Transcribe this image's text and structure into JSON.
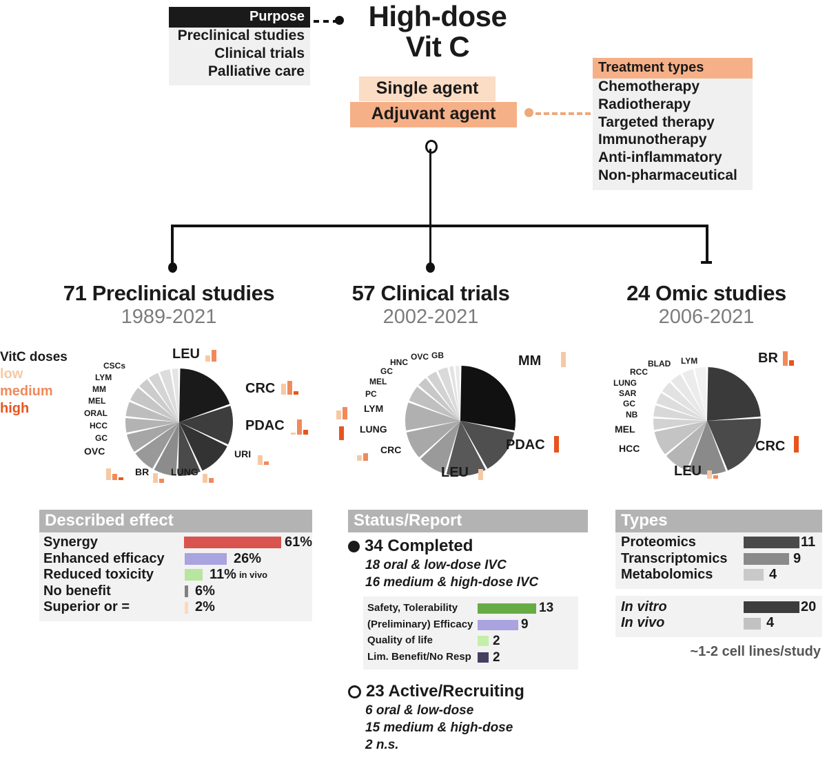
{
  "header": {
    "title_line1": "High-dose",
    "title_line2": "Vit C",
    "purpose": {
      "header": "Purpose",
      "items": [
        "Preclinical studies",
        "Clinical trials",
        "Palliative care"
      ]
    },
    "agents": {
      "single": "Single agent",
      "adjuvant": "Adjuvant agent",
      "single_color": "#fbdcc4",
      "adjuvant_color": "#f6b087"
    },
    "treatment_types": {
      "header": "Treatment types",
      "items": [
        "Chemotherapy",
        "Radiotherapy",
        "Targeted therapy",
        "Immunotherapy",
        "Anti-inflammatory",
        "Non-pharmaceutical"
      ]
    }
  },
  "legend": {
    "title": "VitC doses",
    "low": "low",
    "medium": "medium",
    "high": "high",
    "low_color": "#f6c9a4",
    "medium_color": "#ef8a5b",
    "high_color": "#e8541e"
  },
  "columns": [
    {
      "title": "71 Preclinical studies",
      "years": "1989-2021"
    },
    {
      "title": "57 Clinical trials",
      "years": "2002-2021"
    },
    {
      "title": "24 Omic studies",
      "years": "2006-2021"
    }
  ],
  "chart_data": [
    {
      "type": "pie",
      "title": "71 Preclinical studies",
      "categories": [
        "LEU",
        "CRC",
        "PDAC",
        "URI",
        "LUNG",
        "BR",
        "OVC",
        "GC",
        "HCC",
        "ORAL",
        "MEL",
        "MM",
        "LYM",
        "CSCs"
      ],
      "values": [
        16,
        10,
        9,
        6,
        6,
        6,
        5,
        4,
        4,
        4,
        3,
        3,
        3,
        2
      ],
      "colors": [
        "#1a1a1a",
        "#3d3d3d",
        "#333333",
        "#4a4a4a",
        "#8c8c8c",
        "#999999",
        "#a6a6a6",
        "#b3b3b3",
        "#bdbdbd",
        "#c6c6c6",
        "#cccccc",
        "#d4d4d4",
        "#dcdcdc",
        "#e4e4e4"
      ],
      "dose_bars": {
        "LEU": [
          9,
          17,
          0
        ],
        "CRC": [
          16,
          20,
          5
        ],
        "PDAC": [
          3,
          22,
          7
        ],
        "URI": [
          14,
          5,
          0
        ],
        "LUNG": [
          13,
          7,
          0
        ],
        "BR": [
          14,
          6,
          0
        ],
        "OVC": [
          17,
          9,
          4
        ]
      }
    },
    {
      "type": "pie",
      "title": "57 Clinical trials",
      "categories": [
        "MM",
        "PDAC",
        "LEU",
        "CRC",
        "LUNG",
        "LYM",
        "PC",
        "MEL",
        "GC",
        "HNC",
        "OVC",
        "GB"
      ],
      "values": [
        16,
        8,
        7,
        5,
        5,
        5,
        3,
        2,
        2,
        2,
        1,
        1
      ],
      "colors": [
        "#111111",
        "#4f4f4f",
        "#585858",
        "#9a9a9a",
        "#a8a8a8",
        "#b0b0b0",
        "#c0c0c0",
        "#c8c8c8",
        "#d2d2d2",
        "#dadada",
        "#e2e2e2",
        "#eaeaea"
      ],
      "dose_bars": {
        "MM": [
          22,
          0,
          0
        ],
        "PDAC": [
          0,
          0,
          24
        ],
        "LEU": [
          16,
          0,
          0
        ],
        "CRC": [
          8,
          11,
          0
        ],
        "LUNG": [
          0,
          0,
          20
        ],
        "LYM": [
          13,
          18,
          0
        ]
      }
    },
    {
      "type": "pie",
      "title": "24 Omic studies",
      "categories": [
        "BR",
        "CRC",
        "LEU",
        "HCC",
        "MEL",
        "NB",
        "GC",
        "SAR",
        "LUNG",
        "RCC",
        "BLAD",
        "LYM"
      ],
      "values": [
        6,
        5,
        3,
        2,
        2,
        1,
        1,
        1,
        1,
        1,
        1,
        1
      ],
      "colors": [
        "#3a3a3a",
        "#4a4a4a",
        "#8a8a8a",
        "#b5b5b5",
        "#c4c4c4",
        "#d2d2d2",
        "#d8d8d8",
        "#dddddd",
        "#e2e2e2",
        "#e7e7e7",
        "#ececec",
        "#f1f1f1"
      ],
      "dose_bars": {
        "BR": [
          0,
          21,
          8
        ],
        "CRC": [
          0,
          0,
          24
        ],
        "LEU": [
          12,
          5,
          0
        ]
      }
    },
    {
      "type": "bar",
      "title": "Described effect",
      "categories": [
        "Synergy",
        "Enhanced efficacy",
        "Reduced toxicity",
        "No benefit",
        "Superior or ="
      ],
      "values": [
        61,
        26,
        11,
        6,
        2
      ],
      "value_labels": [
        "61%",
        "26%",
        "11%",
        "6%",
        "2%"
      ],
      "colors": [
        "#d9534f",
        "#a9a3e0",
        "#b8e6a0",
        "#808080",
        "#fbd9bb"
      ],
      "note": "in vivo"
    },
    {
      "type": "bar",
      "title": "Status/Report reported outcomes",
      "categories": [
        "Safety, Tolerability",
        "(Preliminary) Efficacy",
        "Quality of life",
        "Lim. Benefit/No Resp"
      ],
      "values": [
        13,
        9,
        2,
        2
      ],
      "colors": [
        "#67ab45",
        "#a9a3e0",
        "#c4efa8",
        "#444060"
      ]
    },
    {
      "type": "bar",
      "title": "Types",
      "categories": [
        "Proteomics",
        "Transcriptomics",
        "Metabolomics"
      ],
      "values": [
        11,
        9,
        4
      ],
      "colors": [
        "#4a4a4a",
        "#8a8a8a",
        "#c9c9c9"
      ]
    },
    {
      "type": "bar",
      "title": "In vitro / In vivo",
      "categories": [
        "In vitro",
        "In vivo"
      ],
      "values": [
        20,
        4
      ],
      "colors": [
        "#3d3d3d",
        "#c2c2c2"
      ]
    }
  ],
  "panels": {
    "described_effect": {
      "header": "Described effect",
      "rows": [
        {
          "label": "Synergy",
          "value": "61%",
          "extra": ""
        },
        {
          "label": "Enhanced efficacy",
          "value": "26%",
          "extra": ""
        },
        {
          "label": "Reduced toxicity",
          "value": "11%",
          "extra": "in vivo"
        },
        {
          "label": "No benefit",
          "value": "6%",
          "extra": ""
        },
        {
          "label": "Superior or =",
          "value": "2%",
          "extra": ""
        }
      ]
    },
    "status_report": {
      "header": "Status/Report",
      "completed_title": "34 Completed",
      "completed_sub": [
        "18 oral & low-dose IVC",
        "16 medium & high-dose IVC"
      ],
      "outcomes": [
        {
          "label": "Safety, Tolerability",
          "value": "13"
        },
        {
          "label": "(Preliminary) Efficacy",
          "value": "9"
        },
        {
          "label": "Quality of life",
          "value": "2"
        },
        {
          "label": "Lim. Benefit/No Resp",
          "value": "2"
        }
      ],
      "active_title": "23 Active/Recruiting",
      "active_sub": [
        "6 oral & low-dose",
        "15 medium & high-dose",
        "2 n.s."
      ]
    },
    "types": {
      "header": "Types",
      "rows": [
        {
          "label": "Proteomics",
          "value": "11"
        },
        {
          "label": "Transcriptomics",
          "value": "9"
        },
        {
          "label": "Metabolomics",
          "value": "4"
        }
      ],
      "model_rows": [
        {
          "label": "In vitro",
          "value": "20"
        },
        {
          "label": "In vivo",
          "value": "4"
        }
      ],
      "footnote": "~1-2 cell lines/study"
    }
  }
}
